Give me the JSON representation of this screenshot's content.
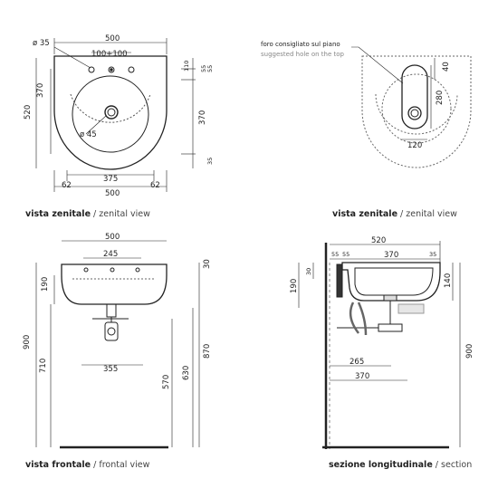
{
  "captions": {
    "top_left": {
      "bold": "vista zenitale",
      "rest": "zenital view"
    },
    "top_right": {
      "bold": "vista zenitale",
      "rest": "zenital view"
    },
    "bottom_left": {
      "bold": "vista frontale",
      "rest": "frontal view"
    },
    "bottom_right": {
      "bold": "sezione longitudinale",
      "rest": "section"
    },
    "separator": "/"
  },
  "top_left": {
    "hole_diam": "ø 35",
    "width_total": "500",
    "spacing": "100+100",
    "left_dim": "370",
    "height_total": "520",
    "right_110": "110",
    "right_55": "55",
    "right_55b": "55",
    "right_370": "370",
    "right_35": "35",
    "drain_diam": "ø 45",
    "bottom_375": "375",
    "bottom_62a": "62",
    "bottom_62b": "62",
    "bottom_500": "500"
  },
  "top_right": {
    "note_line1": "foro consigliato sul piano",
    "note_line2": "suggested hole on the top",
    "dim_40": "40",
    "dim_280": "280",
    "dim_120": "120"
  },
  "bottom_left": {
    "width_500": "500",
    "dim_245": "245",
    "dim_30": "30",
    "dim_190": "190",
    "dim_900": "900",
    "dim_710": "710",
    "dim_355": "355",
    "dim_570": "570",
    "dim_630": "630",
    "dim_870": "870"
  },
  "bottom_right": {
    "dim_520": "520",
    "dim_55a": "55",
    "dim_55b": "55",
    "dim_370": "370",
    "dim_35": "35",
    "dim_30": "30",
    "dim_140": "140",
    "dim_190": "190",
    "dim_265": "265",
    "dim_370b": "370",
    "dim_900": "900"
  },
  "colors": {
    "line": "#222222",
    "dash": "#666666",
    "gray": "#888888"
  }
}
